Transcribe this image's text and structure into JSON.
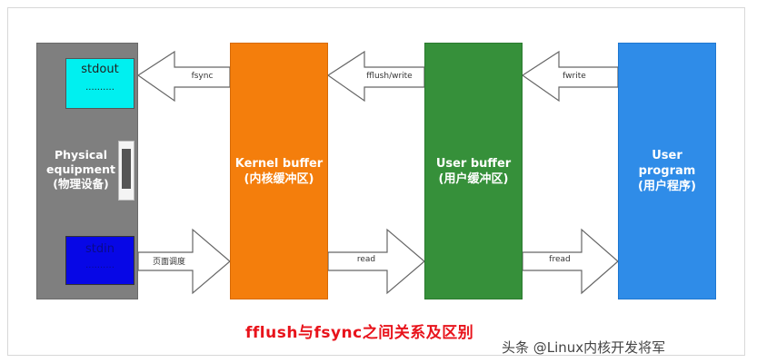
{
  "physical": {
    "label_en_1": "Physical",
    "label_en_2": "equipment",
    "label_cn": "(物理设备)",
    "stdout_label": "stdout",
    "stdout_dots": "..........",
    "stdin_label": "stdin",
    "stdin_dots": "..........",
    "color": "#7f7f7f"
  },
  "kernel_buffer": {
    "label_en": "Kernel buffer",
    "label_cn": "(内核缓冲区)",
    "color": "#f47e0c"
  },
  "user_buffer": {
    "label_en": "User buffer",
    "label_cn": "(用户缓冲区)",
    "color": "#36903a"
  },
  "user_program": {
    "label_en_1": "User",
    "label_en_2": "program",
    "label_cn": "(用户程序)",
    "color": "#2f8ce8"
  },
  "arrows": {
    "fsync": "fsync",
    "fflush_write": "fflush/write",
    "fwrite": "fwrite",
    "page_schedule": "页面调度",
    "read": "read",
    "fread": "fread"
  },
  "caption": "fflush与fsync之间关系及区别",
  "watermark": "头条 @Linux内核开发将军"
}
